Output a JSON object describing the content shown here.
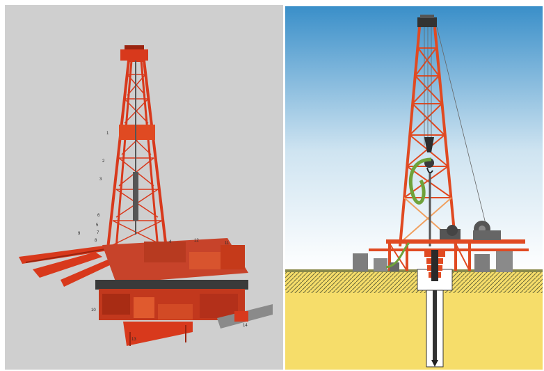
{
  "left_diagram": {
    "callout_labels": [
      "1",
      "2",
      "3",
      "4",
      "5",
      "6",
      "7",
      "8",
      "9",
      "10",
      "11",
      "12",
      "13",
      "14"
    ]
  },
  "right_diagram": {},
  "colors": {
    "left_background": "#cfcfcf",
    "derrick_red": "#d8391c",
    "derrick_dark": "#9a2410",
    "sky_top": "#3a8fc9",
    "sky_bottom": "#ffffff",
    "ground": "#f6dd6a",
    "soil_hatch": "#6b6a3a",
    "equipment_gray": "#7d7d7d",
    "hose_green": "#6fa23a"
  }
}
